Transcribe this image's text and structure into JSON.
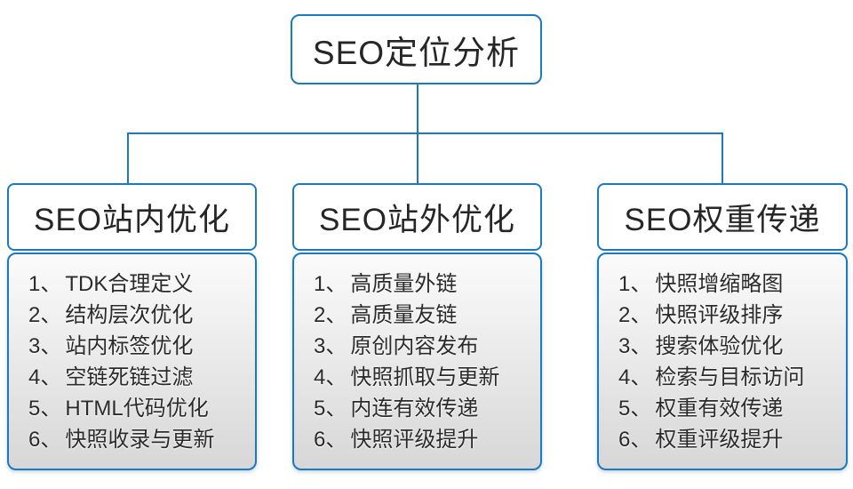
{
  "diagram": {
    "colors": {
      "accent": "#1b79c0",
      "text": "#262626",
      "panel_top": "#fbfbfb",
      "panel_bottom": "#d7d7d7"
    },
    "root": {
      "title": "SEO定位分析"
    },
    "columns": [
      {
        "title": "SEO站内优化",
        "items": [
          {
            "num": "1、",
            "label": "TDK合理定义"
          },
          {
            "num": "2、",
            "label": "结构层次优化"
          },
          {
            "num": "3、",
            "label": "站内标签优化"
          },
          {
            "num": "4、",
            "label": "空链死链过滤"
          },
          {
            "num": "5、",
            "label": "HTML代码优化"
          },
          {
            "num": "6、",
            "label": "快照收录与更新"
          }
        ]
      },
      {
        "title": "SEO站外优化",
        "items": [
          {
            "num": "1、",
            "label": "高质量外链"
          },
          {
            "num": "2、",
            "label": "高质量友链"
          },
          {
            "num": "3、",
            "label": "原创内容发布"
          },
          {
            "num": "4、",
            "label": "快照抓取与更新"
          },
          {
            "num": "5、",
            "label": "内连有效传递"
          },
          {
            "num": "6、",
            "label": "快照评级提升"
          }
        ]
      },
      {
        "title": "SEO权重传递",
        "items": [
          {
            "num": "1、",
            "label": "快照增缩略图"
          },
          {
            "num": "2、",
            "label": "快照评级排序"
          },
          {
            "num": "3、",
            "label": "搜索体验优化"
          },
          {
            "num": "4、",
            "label": "检索与目标访问"
          },
          {
            "num": "5、",
            "label": "权重有效传递"
          },
          {
            "num": "6、",
            "label": "权重评级提升"
          }
        ]
      }
    ]
  }
}
